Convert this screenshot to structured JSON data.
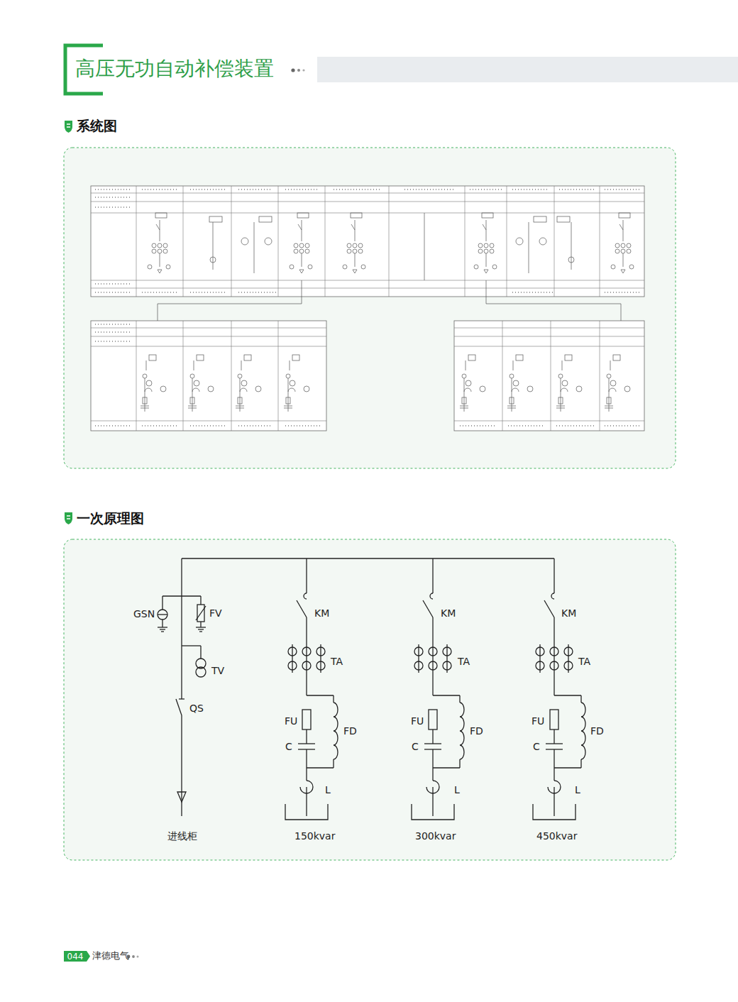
{
  "diagram": {
    "title": "高压无功自动补偿装置",
    "nodes": [
      {
        "text": [
          "044"
        ]
      }
    ],
    "labels": [
      "系统图",
      "一次原理图",
      "GSN",
      "FV",
      "TV",
      "QS",
      "进线柜",
      "KM",
      "TA",
      "FU",
      "FD",
      "C",
      "L",
      "150kvar",
      "KM",
      "TA",
      "FU",
      "FD",
      "C",
      "L",
      "300kvar",
      "KM",
      "TA",
      "FU",
      "FD",
      "C",
      "L",
      "450kvar",
      "津德电气"
    ]
  }
}
